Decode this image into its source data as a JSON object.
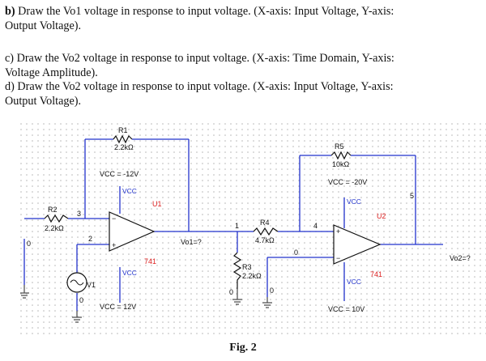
{
  "questions": {
    "b_line1_prefix": "b)",
    "b_line1": " Draw the Vo1 voltage in response to input voltage.  (X-axis: Input Voltage, Y-axis:",
    "b_line2": "Output Voltage).",
    "c_line1": "c) Draw the Vo2 voltage in response to input voltage. (X-axis: Time Domain, Y-axis:",
    "c_line2": "Voltage Amplitude).",
    "d_line1": "d) Draw the Vo2 voltage in response to input voltage.  (X-axis: Input Voltage, Y-axis:",
    "d_line2": "Output Voltage)."
  },
  "schematic": {
    "R1_name": "R1",
    "R1_value": "2.2kΩ",
    "R2_name": "R2",
    "R2_value": "2.2kΩ",
    "R3_name": "R3",
    "R3_value": "2.2kΩ",
    "R4_name": "R4",
    "R4_value": "4.7kΩ",
    "R5_name": "R5",
    "R5_value": "10kΩ",
    "U1_name": "U1",
    "U1_model": "741",
    "U2_name": "U2",
    "U2_model": "741",
    "VCC_U1_top": "VCC = -12V",
    "VCC_U1_bottom": "VCC = 12V",
    "VCC_U2_top": "VCC = -20V",
    "VCC_U2_bottom": "VCC = 10V",
    "vcc_pin": "VCC",
    "V1_name": "V1",
    "vo1_label": "Vo1=?",
    "vo2_label": "Vo2=?",
    "nodes": [
      "0",
      "3",
      "2",
      "1",
      "4",
      "0",
      "5",
      "0",
      "0",
      "0"
    ]
  },
  "caption": "Fig. 2",
  "colors": {
    "wire": "#2233cc",
    "ground_wire": "#555555",
    "part_label": "#d22222",
    "grid_dot": "#b5b5b5"
  }
}
